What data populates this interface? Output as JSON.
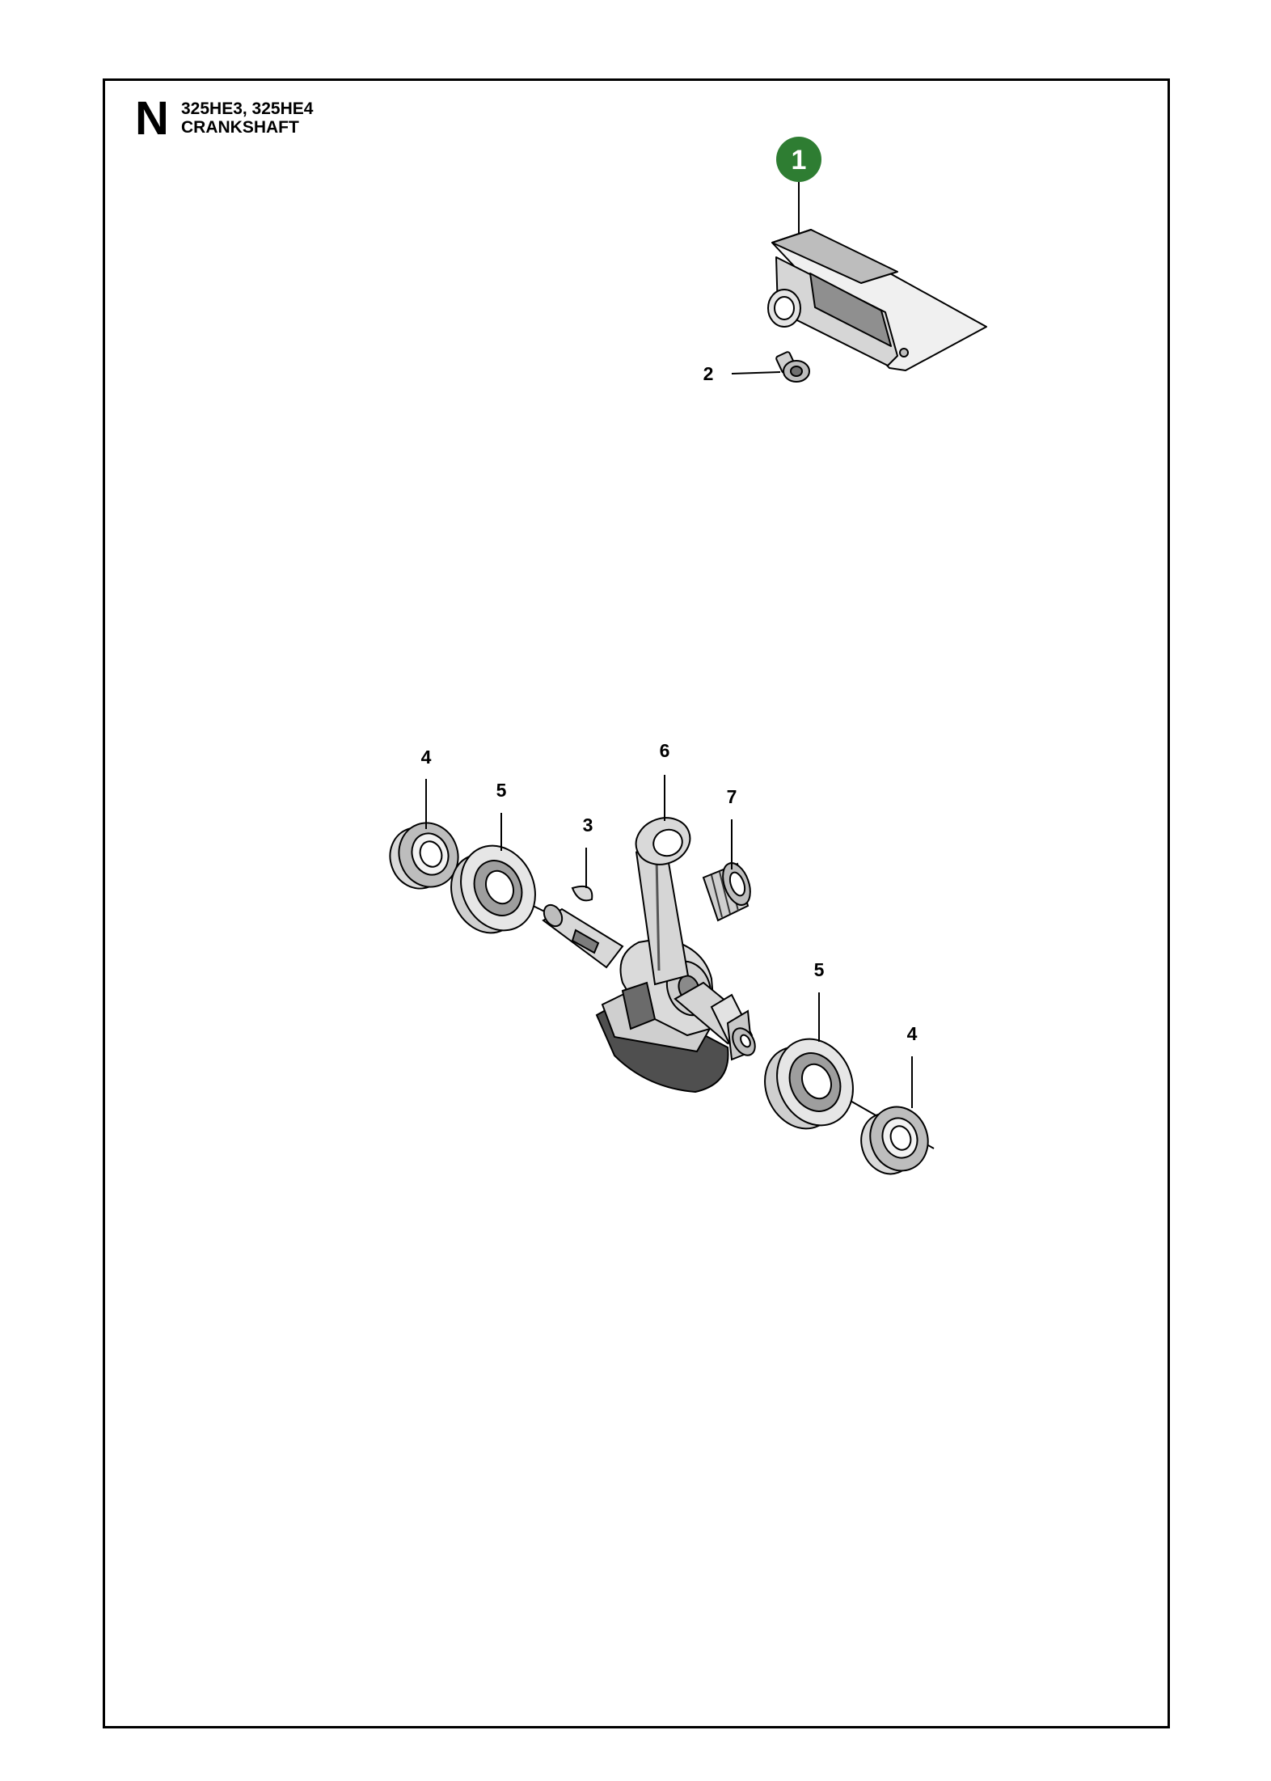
{
  "header": {
    "section_letter": "N",
    "models": "325HE3, 325HE4",
    "title": "CRANKSHAFT"
  },
  "colors": {
    "badge_green": "#2e7d32",
    "line": "#000000",
    "part_fill": "#ececec",
    "part_shade": "#9a9a9a"
  },
  "callouts": {
    "c1": "1",
    "c2": "2",
    "c3": "3",
    "c4a": "4",
    "c4b": "4",
    "c5a": "5",
    "c5b": "5",
    "c6": "6",
    "c7": "7"
  }
}
